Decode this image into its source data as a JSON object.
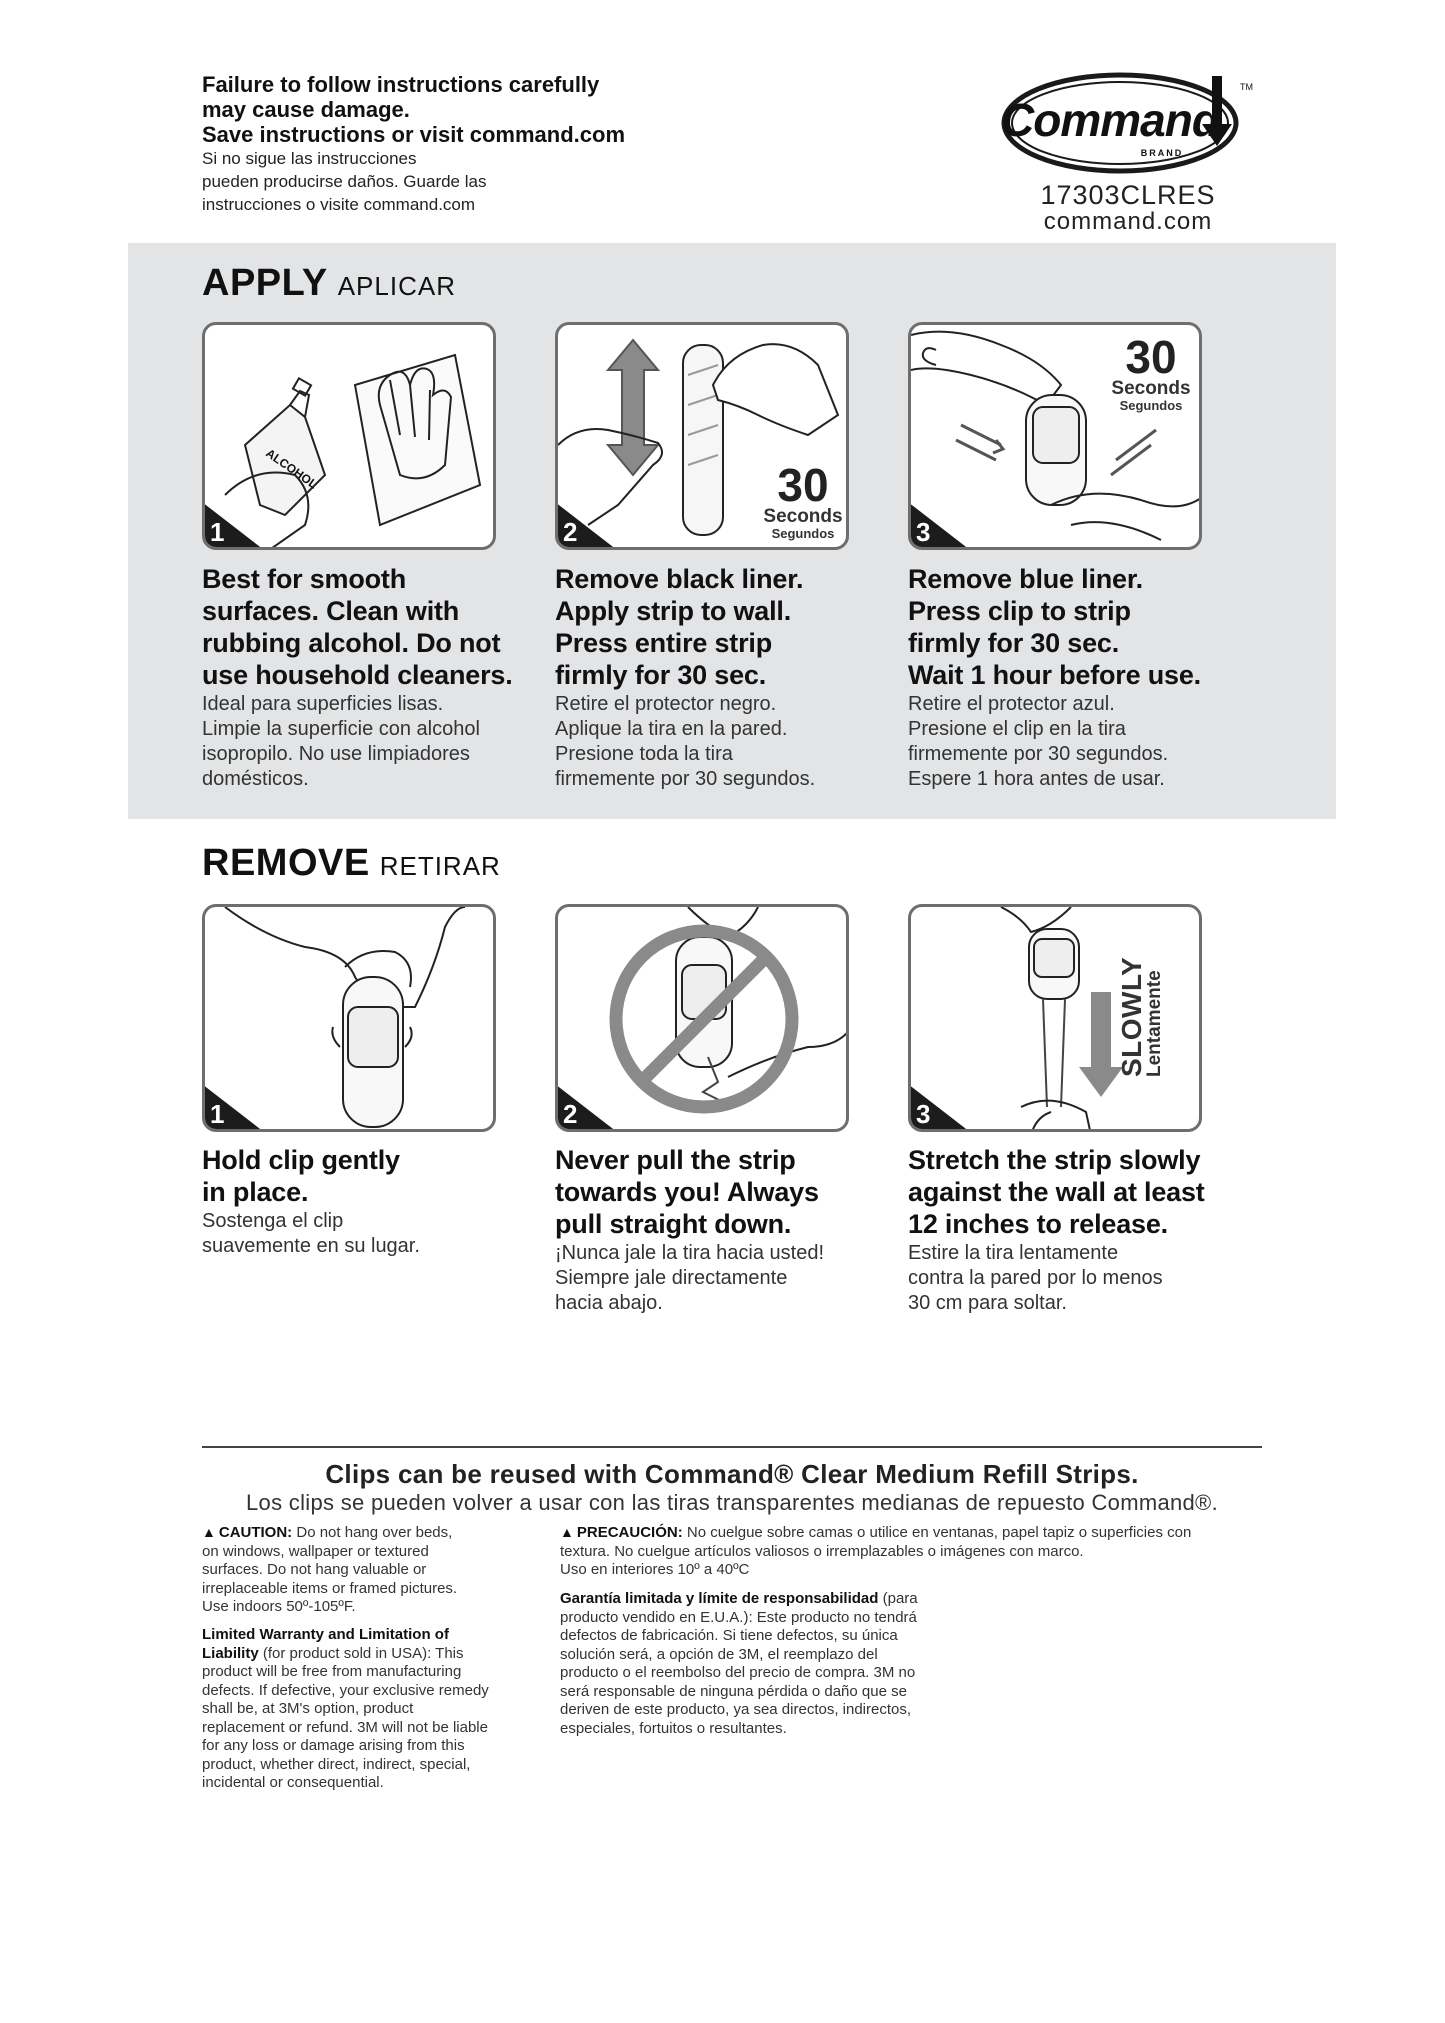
{
  "header": {
    "warning_en": [
      "Failure to follow instructions carefully",
      "may cause damage.",
      "Save instructions or visit command.com"
    ],
    "warning_es": [
      "Si no sigue las instrucciones",
      "pueden producirse daños. Guarde las",
      "instrucciones o visite command.com"
    ],
    "brand_logo": "Command",
    "brand_sub": "BRAND",
    "brand_tm": "TM",
    "sku": "17303CLRES",
    "url": "command.com"
  },
  "apply": {
    "title": "APPLY",
    "title_es": "APLICAR",
    "steps": [
      {
        "num": "1",
        "bottle_label": "ALCOHOL",
        "text_en": [
          "Best for smooth",
          "surfaces. Clean with",
          "rubbing alcohol. Do not",
          "use household cleaners."
        ],
        "text_es": [
          "Ideal para superficies lisas.",
          "Limpie la superficie con alcohol",
          "isopropilo. No use limpiadores",
          "domésticos."
        ]
      },
      {
        "num": "2",
        "timer_num": "30",
        "timer_en": "Seconds",
        "timer_es": "Segundos",
        "text_en": [
          "Remove black liner.",
          "Apply strip to wall.",
          "Press entire strip",
          "firmly for 30 sec."
        ],
        "text_es": [
          "Retire el protector negro.",
          "Aplique la tira en la pared.",
          "Presione toda la tira",
          "firmemente por 30 segundos."
        ]
      },
      {
        "num": "3",
        "timer_num": "30",
        "timer_en": "Seconds",
        "timer_es": "Segundos",
        "text_en": [
          "Remove blue liner.",
          "Press clip to strip",
          "firmly for 30 sec.",
          "Wait 1 hour before use."
        ],
        "text_es": [
          "Retire el protector azul.",
          "Presione el clip en la tira",
          "firmemente por 30 segundos.",
          "Espere 1 hora antes de usar."
        ]
      }
    ]
  },
  "remove": {
    "title": "REMOVE",
    "title_es": "RETIRAR",
    "steps": [
      {
        "num": "1",
        "text_en": [
          "Hold clip gently",
          "in place."
        ],
        "text_es": [
          "Sostenga el clip",
          "suavemente en su lugar."
        ]
      },
      {
        "num": "2",
        "text_en": [
          "Never pull the strip",
          "towards you! Always",
          "pull straight down."
        ],
        "text_es": [
          "¡Nunca jale la tira hacia usted!",
          "Siempre jale directamente",
          "hacia abajo."
        ]
      },
      {
        "num": "3",
        "slowly_en": "SLOWLY",
        "slowly_es": "Lentamente",
        "text_en": [
          "Stretch the strip slowly",
          "against the wall at least",
          "12 inches to release."
        ],
        "text_es": [
          "Estire la tira lentamente",
          "contra la pared por lo menos",
          "30 cm para soltar."
        ]
      }
    ]
  },
  "footer": {
    "reuse_en": "Clips can be reused with Command® Clear Medium Refill Strips.",
    "reuse_es": "Los clips se pueden volver a usar con las tiras transparentes medianas de repuesto Command®.",
    "caution_label": "CAUTION:",
    "caution_lines": [
      "Do not hang over beds,",
      "on windows, wallpaper or textured",
      "surfaces. Do not hang valuable or",
      "irreplaceable items or framed pictures.",
      "Use indoors 50º-105ºF."
    ],
    "warranty_label": [
      "Limited Warranty and Limitation of",
      "Liability"
    ],
    "warranty_lines": [
      " (for product sold in USA): This",
      "product will be free from manufacturing",
      "defects. If defective, your exclusive remedy",
      "shall be, at 3M's option, product",
      "replacement or refund. 3M will not be liable",
      "for any loss or damage arising from this",
      "product, whether direct, indirect, special,",
      "incidental or consequential."
    ],
    "precaucion_label": "PRECAUCIÓN:",
    "precaucion_lines": [
      " No cuelgue sobre camas o utilice en ventanas, papel tapiz o superficies con",
      "textura. No cuelgue artículos valiosos o irremplazables o imágenes con marco.",
      "Uso en interiores 10º a 40ºC"
    ],
    "garantia_label": "Garantía limitada y límite de responsabilidad",
    "garantia_lines": [
      " (para",
      "producto vendido en E.U.A.): Este producto no tendrá",
      "defectos de fabricación. Si tiene defectos, su única",
      "solución será, a opción de 3M, el reemplazo del",
      "producto o el reembolso del precio de compra. 3M no",
      "será responsable de ninguna pérdida o daño que se",
      "deriven de este producto, ya sea directos, indirectos,",
      "especiales, fortuitos o resultantes."
    ]
  }
}
